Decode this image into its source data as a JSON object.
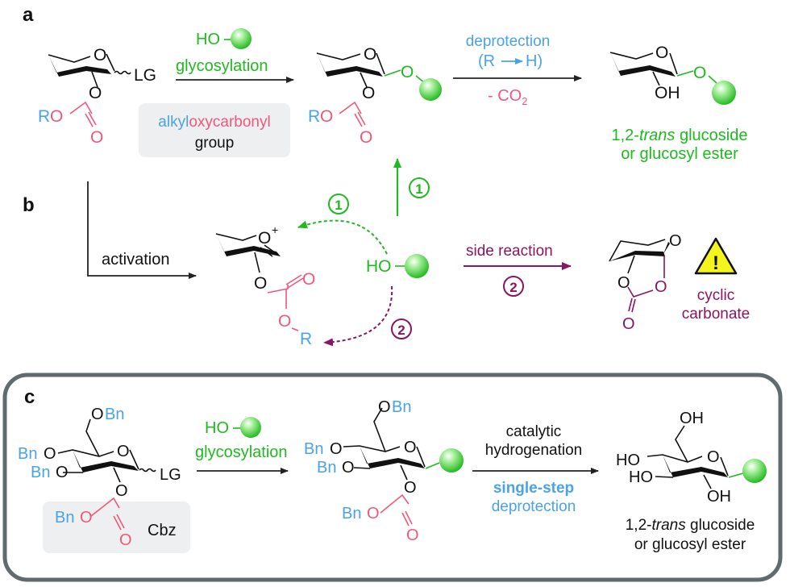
{
  "colors": {
    "text": "#111111",
    "green": "#1fba1f",
    "blue": "#4aa3e8",
    "pink": "#f0587a",
    "purple": "#8a1560",
    "box_gray": "#eeeff0",
    "frame": "#5f6b6d",
    "warning_yellow": "#f5f51e"
  },
  "panel_a": {
    "label": "a",
    "start": {
      "ring_O": "O",
      "O2": "O",
      "LG": "LG",
      "R": "R",
      "O_ester": "O",
      "O_carbonyl": "O"
    },
    "reagent": {
      "HO": "HO",
      "condition": "glycosylation"
    },
    "box": {
      "part1": "alkyl",
      "part2": "oxycarbonyl",
      "line2": "group"
    },
    "intermediate": {
      "ring_O": "O",
      "O_link": "O",
      "O2": "O",
      "R": "R",
      "O_ester": "O",
      "O_carbonyl": "O"
    },
    "step2": {
      "line1": "deprotection",
      "line2_open": "(R",
      "line2_close": "H)",
      "below": "- CO",
      "below_sub": "2"
    },
    "product": {
      "ring_O": "O",
      "O_link": "O",
      "OH": "OH",
      "caption_line1_pre": "1,2-",
      "caption_line1_italic": "trans",
      "caption_line1_post": " glucoside",
      "caption_line2": "or glucosyl ester"
    }
  },
  "panel_b": {
    "label": "b",
    "activation": "activation",
    "oxocarbenium": {
      "O_plus": "O",
      "plus": "+",
      "O2": "O",
      "O_carbonyl": "O",
      "O_ester": "O",
      "R": "R"
    },
    "nucleophile": {
      "HO": "HO"
    },
    "path1_badge": "1",
    "path1_up_badge": "1",
    "path2_badge": "2",
    "side_reaction": "side reaction",
    "side_badge": "2",
    "carbonate": {
      "ring_O": "O",
      "O_left": "O",
      "O_right": "O",
      "O_carbonyl": "O",
      "caption_line1": "cyclic",
      "caption_line2": "carbonate"
    },
    "warning": "!"
  },
  "panel_c": {
    "label": "c",
    "start": {
      "OBn_top_O": "O",
      "OBn_top_Bn": "Bn",
      "Bn4": "Bn",
      "O4": "O",
      "Bn3": "Bn",
      "O3": "O",
      "ring_O": "O",
      "LG": "LG",
      "O2": "O",
      "Bn_ester": "Bn",
      "O_ester": "O",
      "O_carbonyl": "O",
      "Cbz": "Cbz"
    },
    "reagent": {
      "HO": "HO",
      "condition": "glycosylation"
    },
    "intermediate": {
      "OBn_top_O": "O",
      "OBn_top_Bn": "Bn",
      "Bn4": "Bn",
      "O4": "O",
      "Bn3": "Bn",
      "O3": "O",
      "ring_O": "O",
      "O2": "O",
      "Bn_ester": "Bn",
      "O_ester": "O",
      "O_carbonyl": "O"
    },
    "step2": {
      "line1": "catalytic",
      "line2": "hydrogenation",
      "bold": "single-step",
      "line4": "deprotection"
    },
    "product": {
      "OH_top": "OH",
      "HO4": "HO",
      "HO3": "HO",
      "ring_O": "O",
      "OH2": "OH",
      "caption_line1_pre": "1,2-",
      "caption_line1_italic": "trans",
      "caption_line1_post": " glucoside",
      "caption_line2": "or glucosyl ester"
    }
  }
}
